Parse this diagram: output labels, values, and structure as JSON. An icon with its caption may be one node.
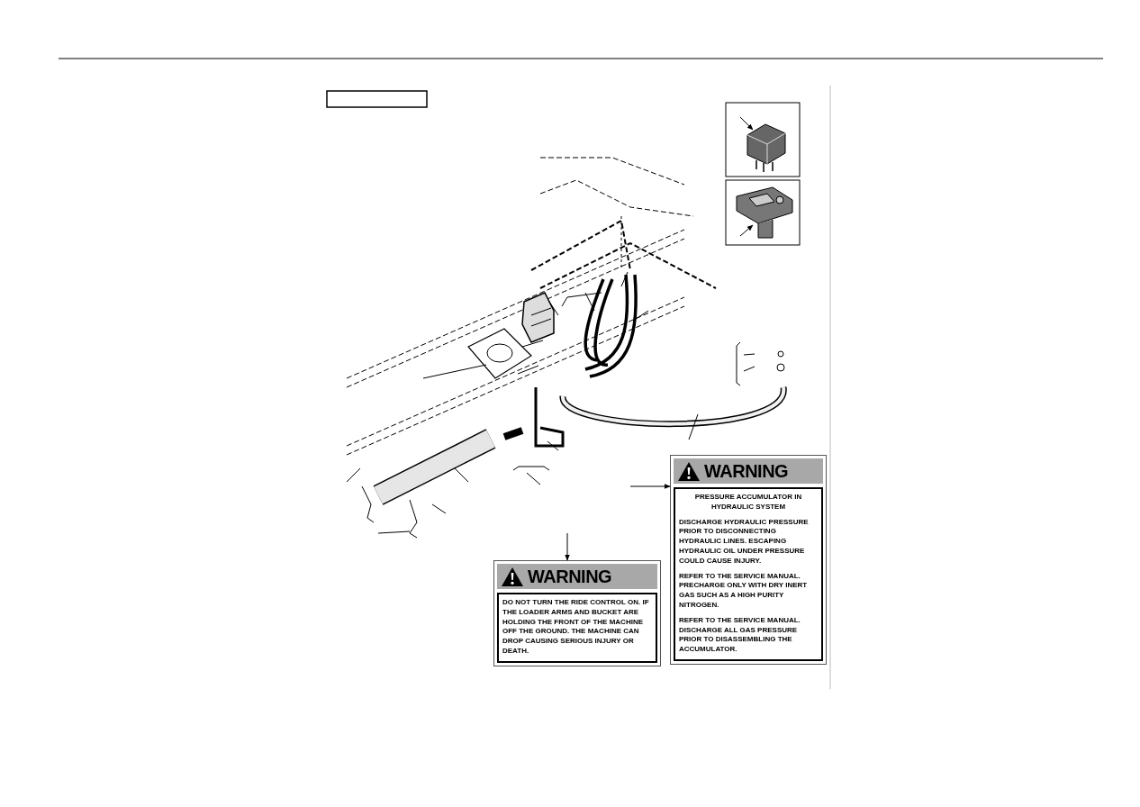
{
  "diagram": {
    "nodes": [
      {
        "text": [
          "WARNING",
          "DO NOT TURN THE RIDE CONTROL ON. IF THE LOADER ARMS AND BUCKET ARE HOLDING THE FRONT OF THE MACHINE OFF THE GROUND. THE MACHINE CAN DROP CAUSING SERIOUS INJURY OR DEATH."
        ]
      },
      {
        "text": [
          "WARNING",
          "PRESSURE ACCUMULATOR IN HYDRAULIC SYSTEM",
          "DISCHARGE HYDRAULIC PRESSURE PRIOR TO DISCONNECTING HYDRAULIC LINES. ESCAPING HYDRAULIC OIL UNDER PRESSURE COULD CAUSE INJURY.",
          "REFER TO THE SERVICE MANUAL. PRECHARGE ONLY WITH DRY INERT GAS SUCH AS A HIGH PURITY NITROGEN.",
          "REFER TO THE SERVICE MANUAL. DISCHARGE ALL GAS PRESSURE PRIOR TO DISASSEMBLING THE ACCUMULATOR."
        ]
      }
    ],
    "edges": [
      {
        "from": null,
        "to": 0,
        "arrow": "to"
      },
      {
        "from": null,
        "to": 1,
        "arrow": "to"
      }
    ]
  }
}
